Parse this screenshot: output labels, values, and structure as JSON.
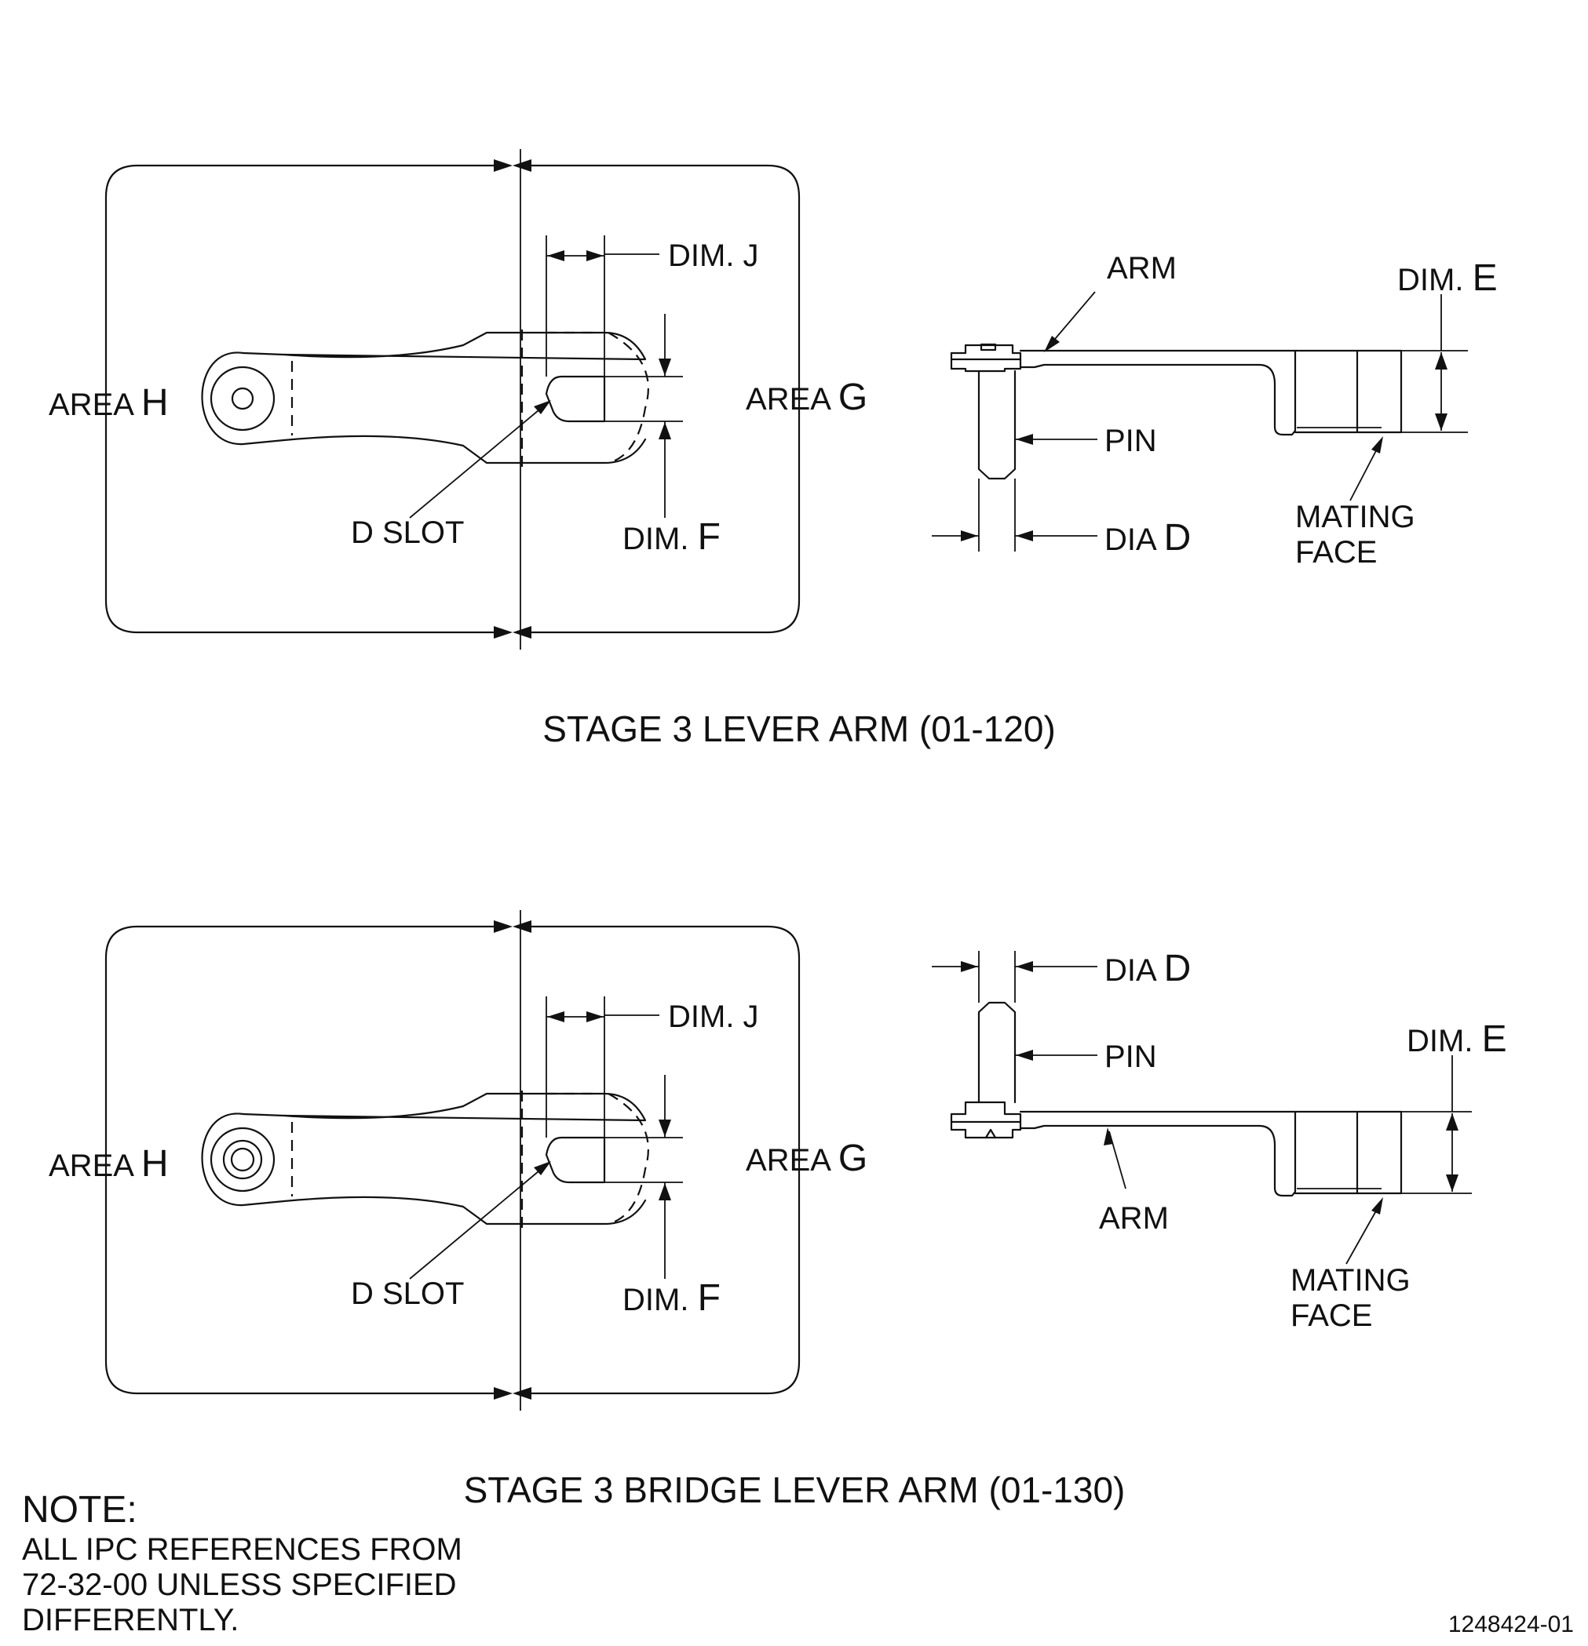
{
  "top_figure": {
    "title": "STAGE 3 LEVER ARM (01-120)",
    "labels": {
      "area_h_prefix": "AREA",
      "area_h_letter": "H",
      "area_g_prefix": "AREA",
      "area_g_letter": "G",
      "dim_j": "DIM. J",
      "d_slot": "D SLOT",
      "dim_f_prefix": "DIM.",
      "dim_f_letter": "F",
      "arm": "ARM",
      "dim_e_prefix": "DIM.",
      "dim_e_letter": "E",
      "pin": "PIN",
      "dia_d_prefix": "DIA",
      "dia_d_letter": "D",
      "mating_1": "MATING",
      "mating_2": "FACE"
    }
  },
  "bottom_figure": {
    "title": "STAGE 3 BRIDGE LEVER ARM (01-130)",
    "labels": {
      "area_h_prefix": "AREA",
      "area_h_letter": "H",
      "area_g_prefix": "AREA",
      "area_g_letter": "G",
      "dim_j": "DIM. J",
      "d_slot": "D SLOT",
      "dim_f_prefix": "DIM.",
      "dim_f_letter": "F",
      "arm": "ARM",
      "dim_e_prefix": "DIM.",
      "dim_e_letter": "E",
      "pin": "PIN",
      "dia_d_prefix": "DIA",
      "dia_d_letter": "D",
      "mating_1": "MATING",
      "mating_2": "FACE"
    }
  },
  "note": {
    "heading": "NOTE:",
    "line1": "ALL IPC REFERENCES FROM",
    "line2": "72-32-00 UNLESS SPECIFIED",
    "line3": "DIFFERENTLY."
  },
  "figure_id": "1248424-01"
}
